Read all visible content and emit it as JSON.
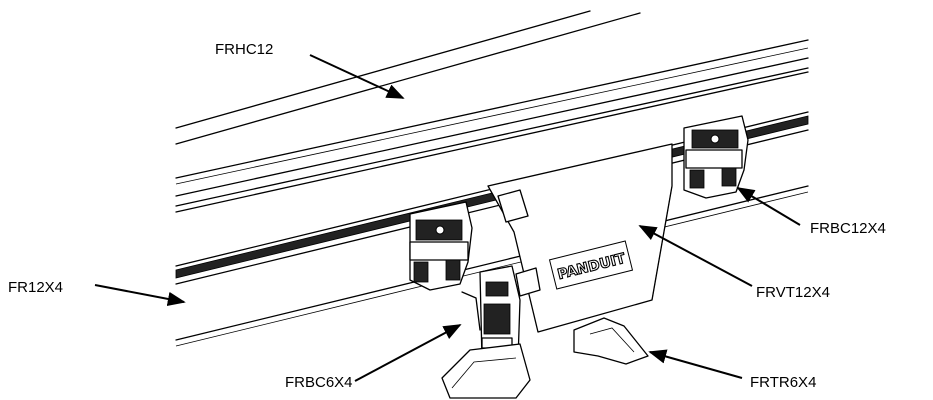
{
  "labels": {
    "frhc12": "FRHC12",
    "frbc12x4": "FRBC12X4",
    "frvt12x4": "FRVT12X4",
    "fr12x4": "FR12X4",
    "frbc6x4": "FRBC6X4",
    "frtr6x4": "FRTR6X4"
  },
  "logo_text": "PANDUIT"
}
